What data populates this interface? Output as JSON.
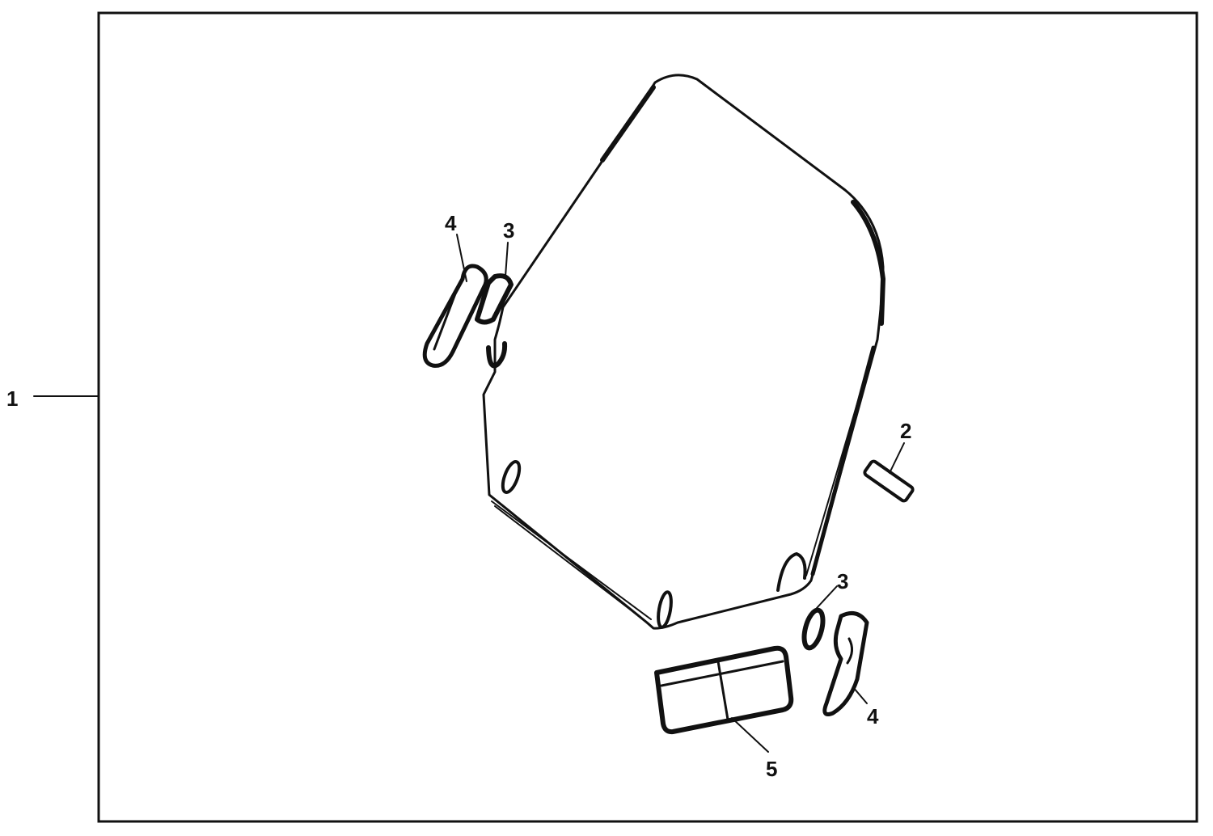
{
  "callouts": [
    {
      "id": "c1",
      "label": "1"
    },
    {
      "id": "c2",
      "label": "2"
    },
    {
      "id": "c3a",
      "label": "3"
    },
    {
      "id": "c3b",
      "label": "3"
    },
    {
      "id": "c4a",
      "label": "4"
    },
    {
      "id": "c4b",
      "label": "4"
    },
    {
      "id": "c5",
      "label": "5"
    }
  ],
  "colors": {
    "ink": "#111111",
    "background": "#ffffff"
  }
}
